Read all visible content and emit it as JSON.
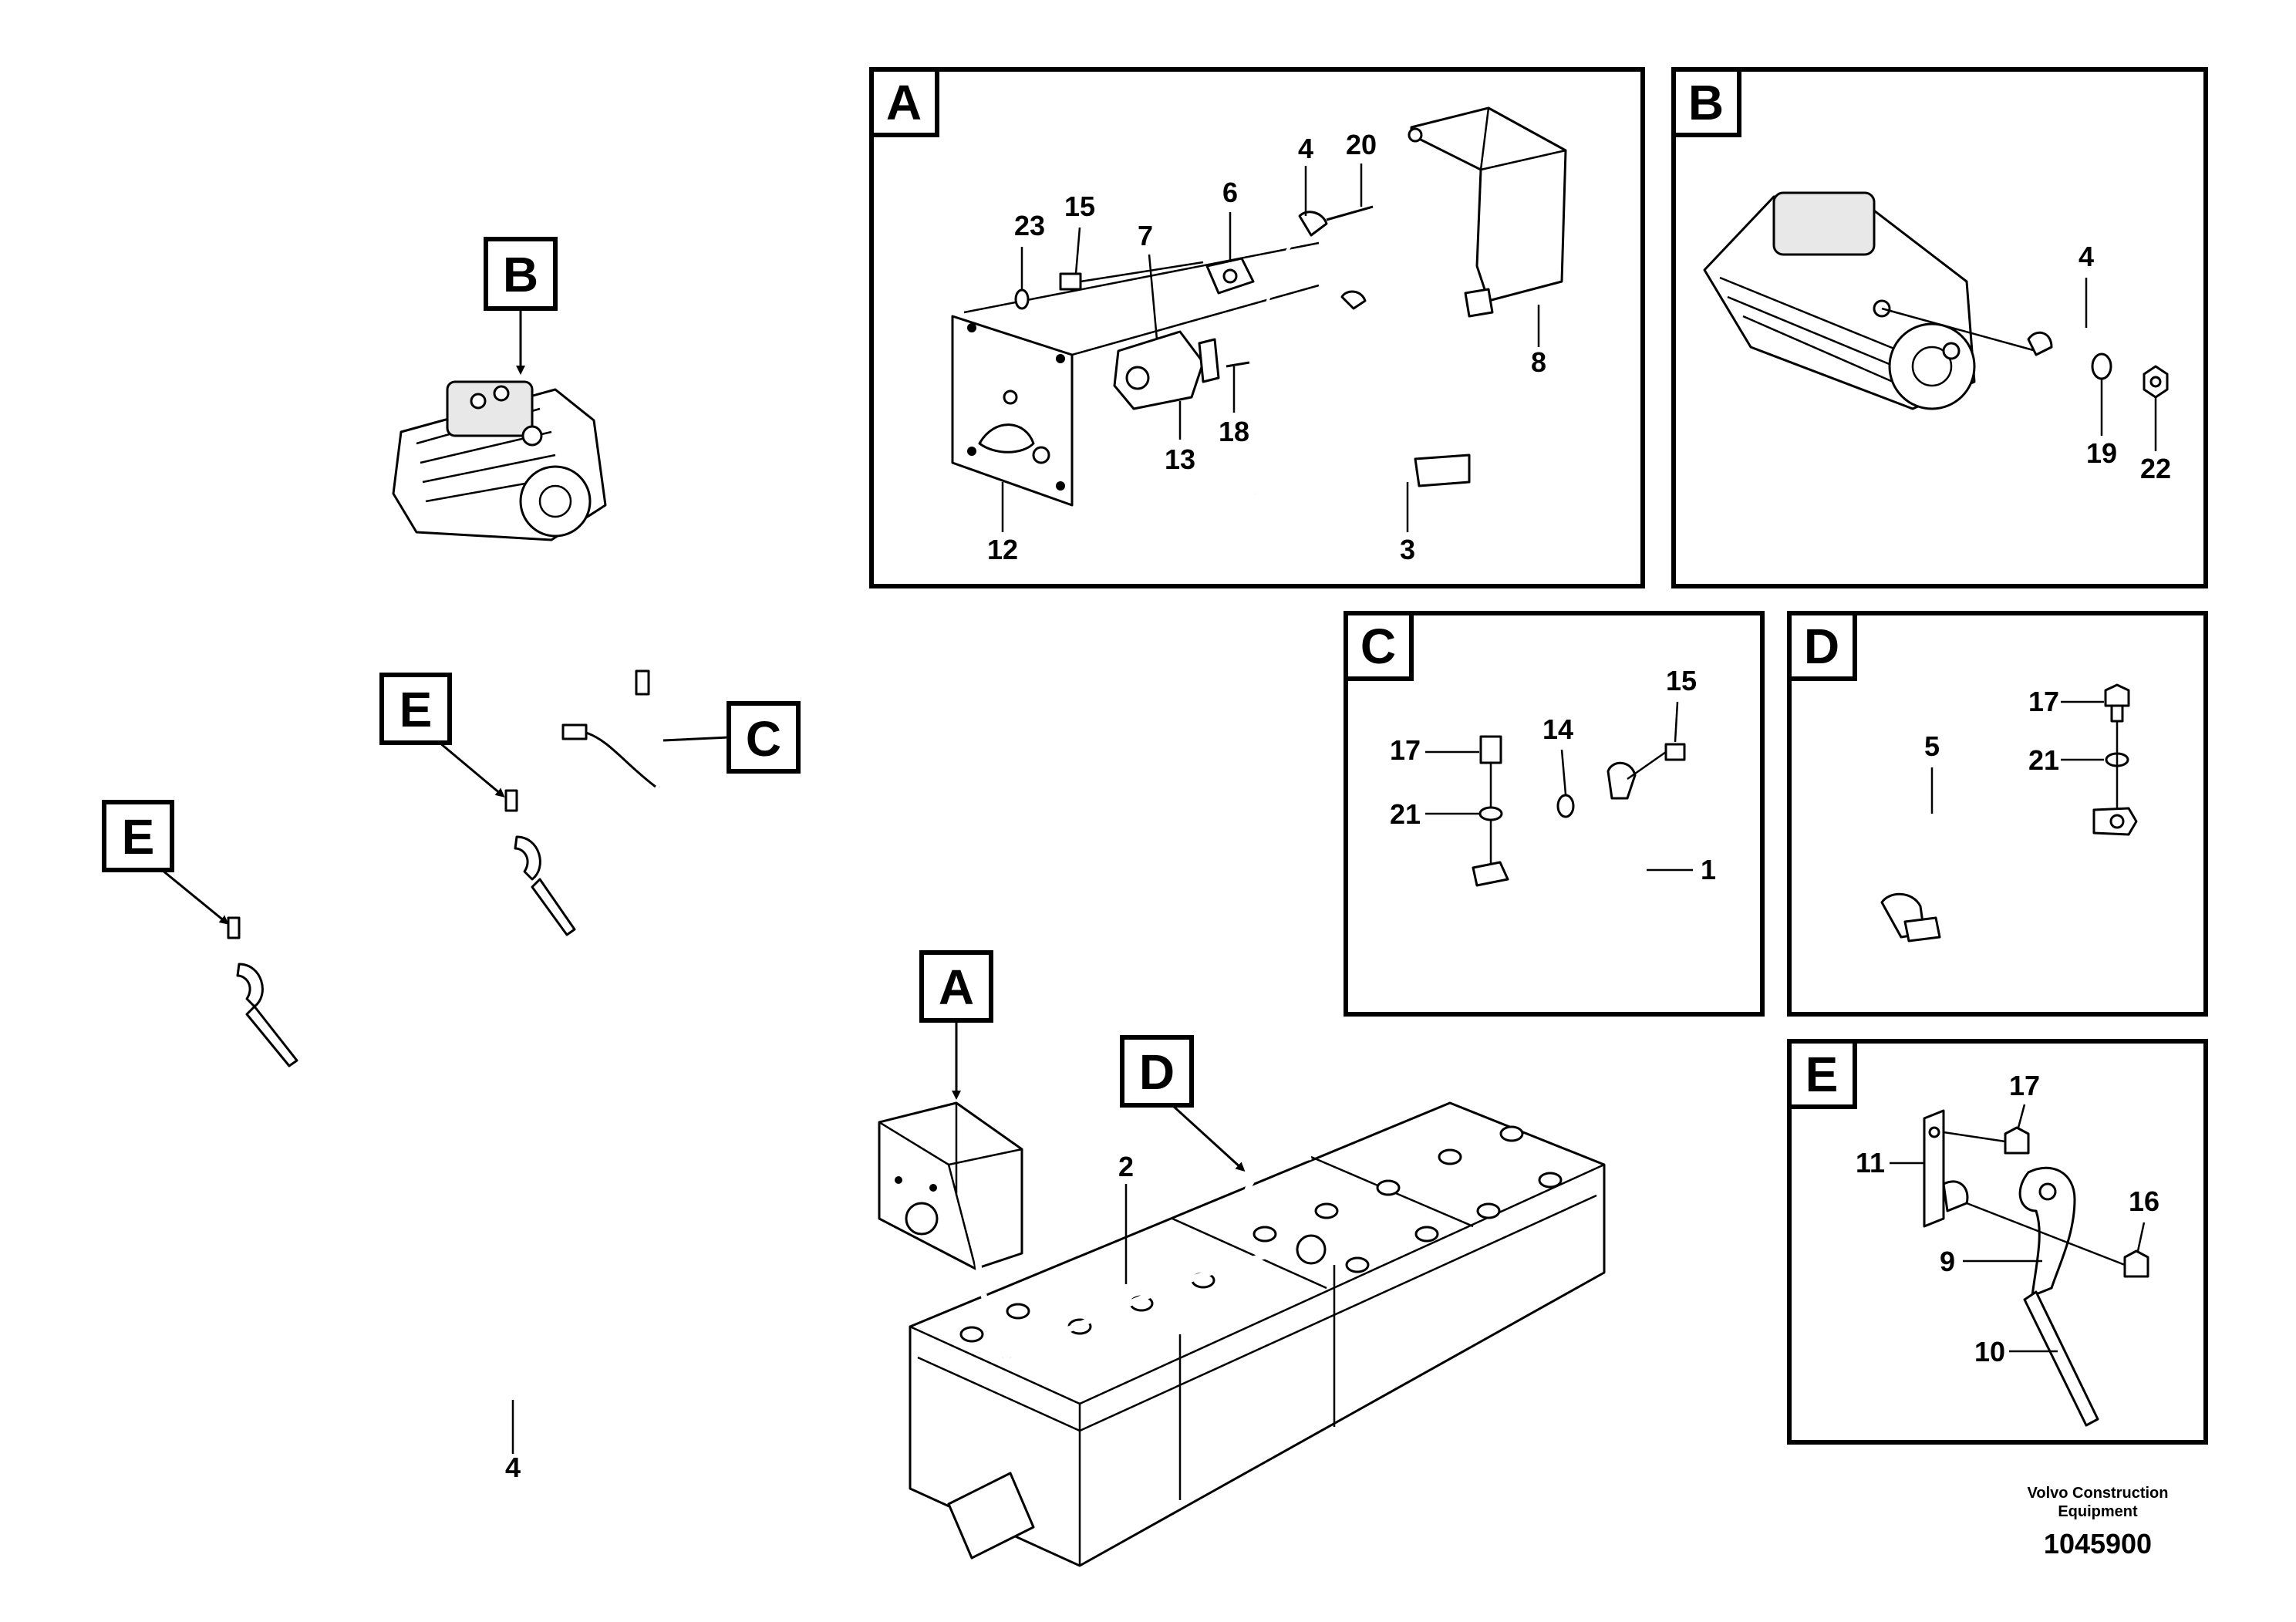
{
  "callouts": {
    "overview": {
      "A": "A",
      "B": "B",
      "C": "C",
      "D": "D",
      "E1": "E",
      "E2": "E",
      "n4": "4",
      "n2": "2"
    },
    "panel_a": {
      "title": "A",
      "labels": [
        "23",
        "15",
        "7",
        "6",
        "4",
        "20",
        "8",
        "13",
        "18",
        "12",
        "3"
      ]
    },
    "panel_b": {
      "title": "B",
      "labels": [
        "4",
        "19",
        "22"
      ]
    },
    "panel_c": {
      "title": "C",
      "labels": [
        "15",
        "14",
        "17",
        "21",
        "1"
      ]
    },
    "panel_d": {
      "title": "D",
      "labels": [
        "17",
        "5",
        "21"
      ]
    },
    "panel_e": {
      "title": "E",
      "labels": [
        "17",
        "11",
        "16",
        "9",
        "10"
      ]
    }
  },
  "footer": {
    "company_line1": "Volvo Construction",
    "company_line2": "Equipment",
    "drawing_number": "1045900"
  }
}
